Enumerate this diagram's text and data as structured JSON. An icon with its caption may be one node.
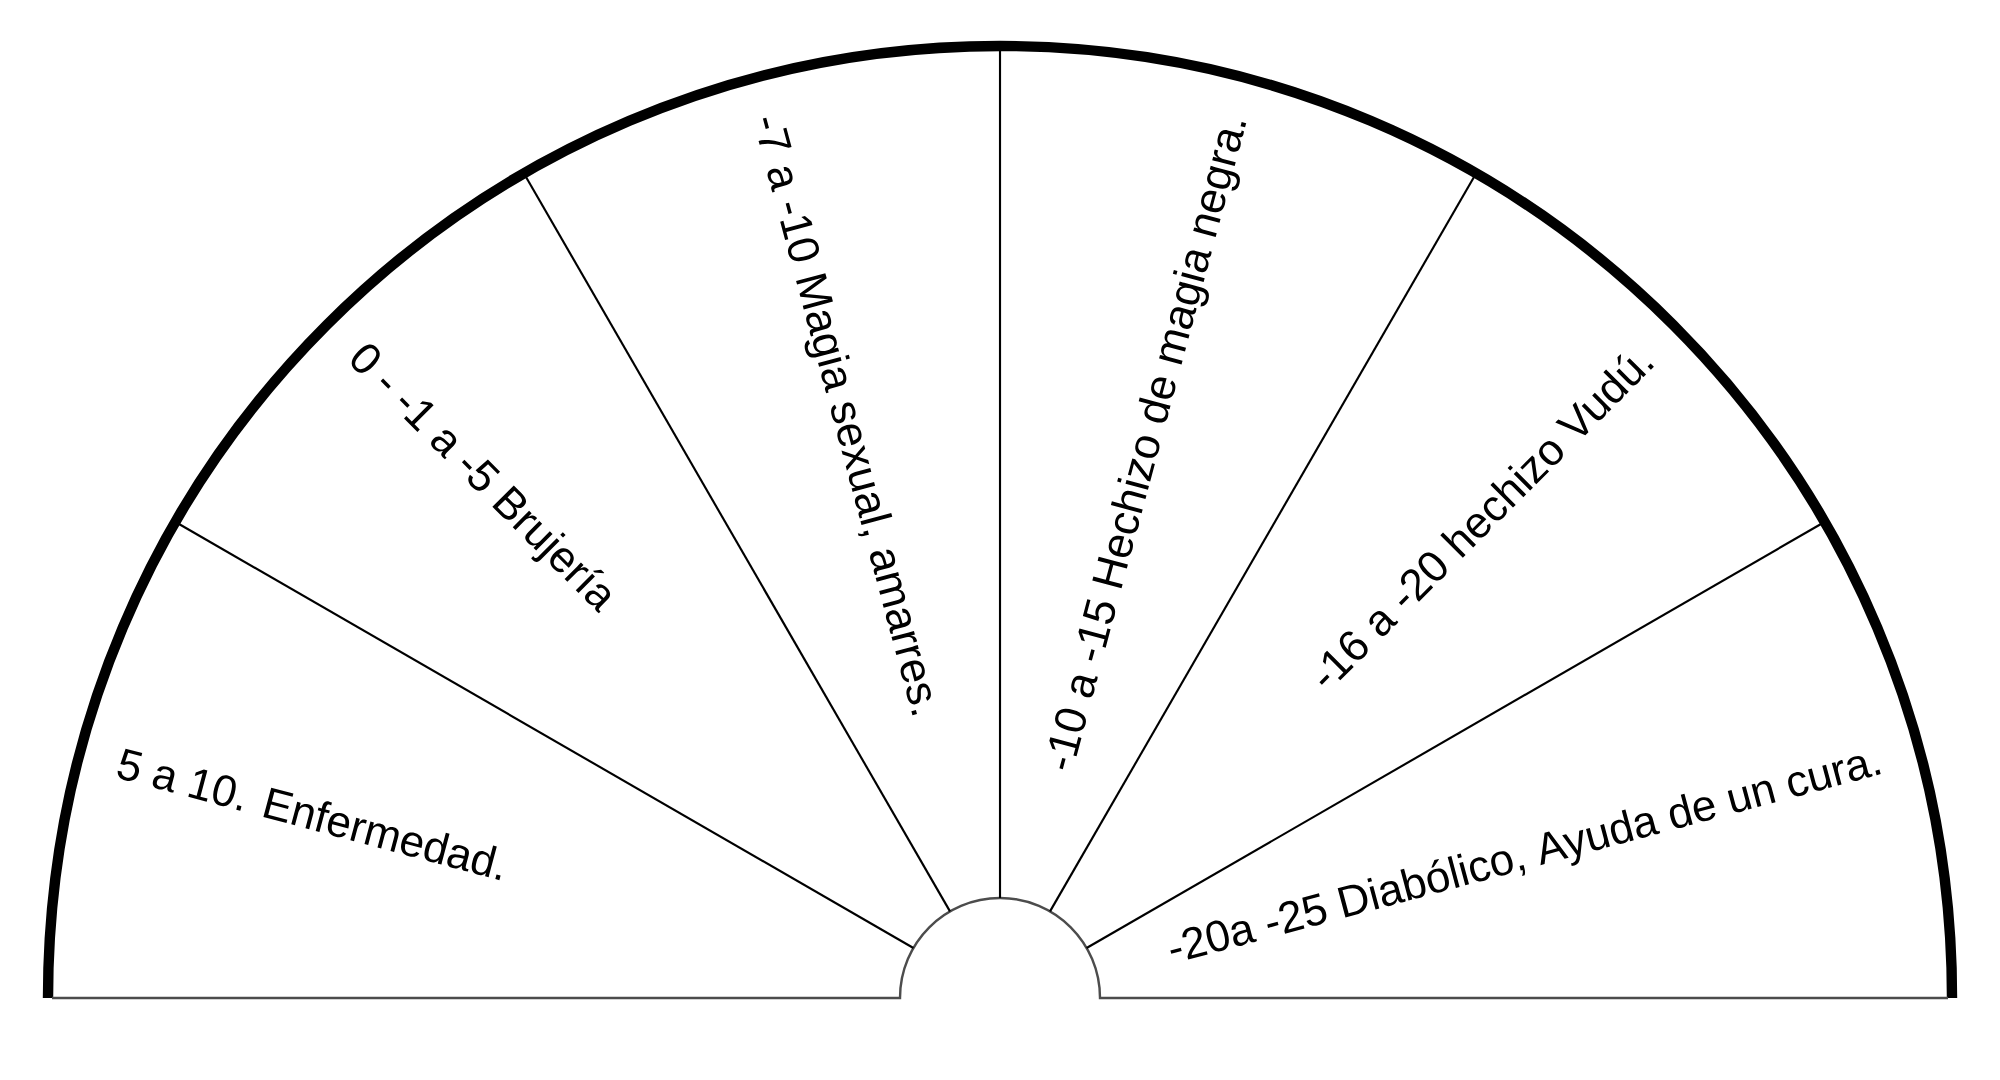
{
  "diagram": {
    "nodes": [
      {
        "text": [
          "5 a 10. Enfermedad."
        ]
      },
      {
        "text": [
          "0 - -1 a -5 Brujería"
        ]
      },
      {
        "text": [
          "-7 a -10 Magia sexual, amarres."
        ]
      },
      {
        "text": [
          "-10 a -15 Hechizo de magia negra."
        ]
      },
      {
        "text": [
          "-16 a -20 hechizo Vudú."
        ]
      },
      {
        "text": [
          "-20a -25 Diabólico, Ayuda de un cura."
        ]
      }
    ]
  }
}
